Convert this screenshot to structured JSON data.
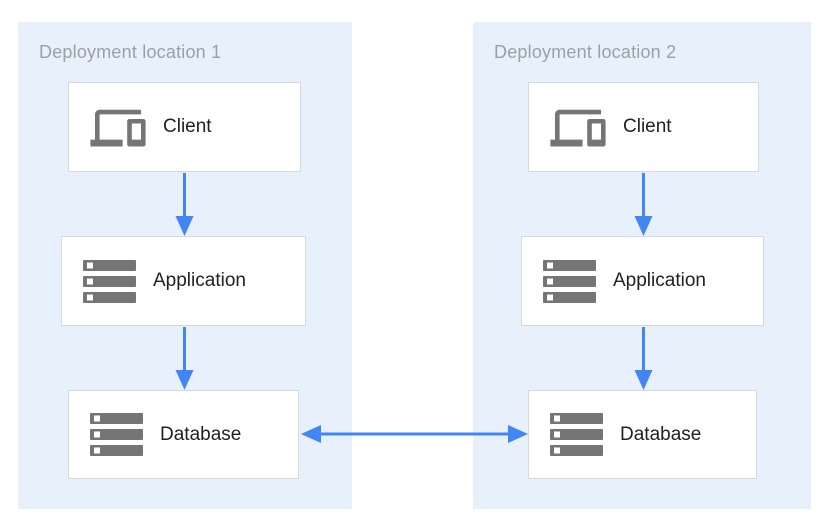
{
  "colors": {
    "page_bg": "#FFFFFF",
    "panel_bg": "#E8F1FB",
    "node_bg": "#FFFFFF",
    "node_border": "#D5D8DC",
    "arrow": "#4285F4",
    "icon": "#757575",
    "panel_title": "#9AA0A6",
    "node_label": "#212121"
  },
  "diagram": {
    "kind": "two-region deployment architecture",
    "panels": [
      {
        "title": "Deployment location 1",
        "nodes": [
          {
            "label": "Client",
            "icon": "client-devices-icon"
          },
          {
            "label": "Application",
            "icon": "server-stack-icon"
          },
          {
            "label": "Database",
            "icon": "server-stack-icon"
          }
        ]
      },
      {
        "title": "Deployment location 2",
        "nodes": [
          {
            "label": "Client",
            "icon": "client-devices-icon"
          },
          {
            "label": "Application",
            "icon": "server-stack-icon"
          },
          {
            "label": "Database",
            "icon": "server-stack-icon"
          }
        ]
      }
    ],
    "connections": [
      {
        "from": "client-1",
        "to": "application-1",
        "direction": "down"
      },
      {
        "from": "application-1",
        "to": "database-1",
        "direction": "down"
      },
      {
        "from": "client-2",
        "to": "application-2",
        "direction": "down"
      },
      {
        "from": "application-2",
        "to": "database-2",
        "direction": "down"
      },
      {
        "from": "database-1",
        "to": "database-2",
        "direction": "bidirectional"
      }
    ]
  }
}
